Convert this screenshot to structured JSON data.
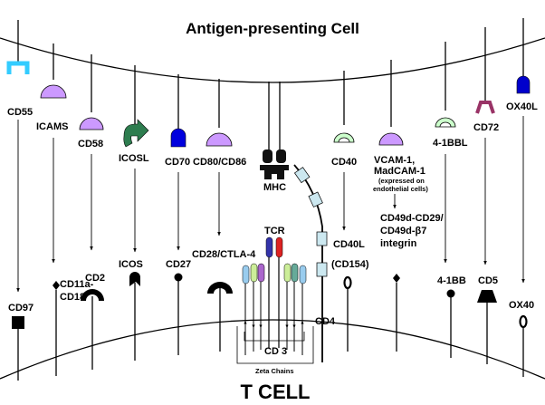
{
  "titles": {
    "apc": "Antigen-presenting Cell",
    "tcell": "T CELL"
  },
  "apc_labels": {
    "cd55": "CD55",
    "icams": "ICAMS",
    "cd58": "CD58",
    "icosl": "ICOSL",
    "cd70": "CD70",
    "cd80_cd86": "CD80/CD86",
    "mhc": "MHC",
    "cd40": "CD40",
    "vcam_1": "VCAM-1,",
    "madcam_1": "MadCAM-1",
    "endothelial_1": "(expressed on",
    "endothelial_2": "endothelial cells)",
    "four_1bbl": "4-1BBL",
    "cd72": "CD72",
    "ox40l": "OX40L"
  },
  "tcell_labels": {
    "cd97": "CD97",
    "cd11a_1": "CD11a-",
    "cd11a_2": "CD18",
    "cd2": "CD2",
    "icos": "ICOS",
    "cd27": "CD27",
    "cd28_ctla4": "CD28/CTLA-4",
    "tcr": "TCR",
    "cd3": "CD 3",
    "zeta": "Zeta Chains",
    "cd4": "CD4",
    "cd40l_1": "CD40L",
    "cd40l_2": "(CD154)",
    "cd49d_1": "CD49d-CD29/",
    "cd49d_2": "CD49d-β7",
    "cd49d_3": "integrin",
    "four_1bb": "4-1BB",
    "cd5": "CD5",
    "ox40": "OX40"
  },
  "colors": {
    "cd55": "#33ccff",
    "lilac": "#cc99ff",
    "light_green": "#ccffcc",
    "icosl_green": "#2e7d4f",
    "cd70_blue": "#0000dd",
    "cd72_maroon": "#993366",
    "ox40l_blue": "#0000cc",
    "cd4_blue": "#cce8f0",
    "tcr_blue": "#3333aa",
    "tcr_red": "#dd2222",
    "chain_colors": [
      "#ccee99",
      "#aa66cc",
      "#99ccee",
      "#ccee99",
      "#66aa99",
      "#99ccee"
    ]
  },
  "icons": [
    "bracket-icon",
    "half-moon-icon",
    "curved-arrow-icon",
    "receptor-icon",
    "pin-icon",
    "diamond-icon",
    "arch-icon",
    "square-icon",
    "trapezoid-icon",
    "loop-icon"
  ]
}
